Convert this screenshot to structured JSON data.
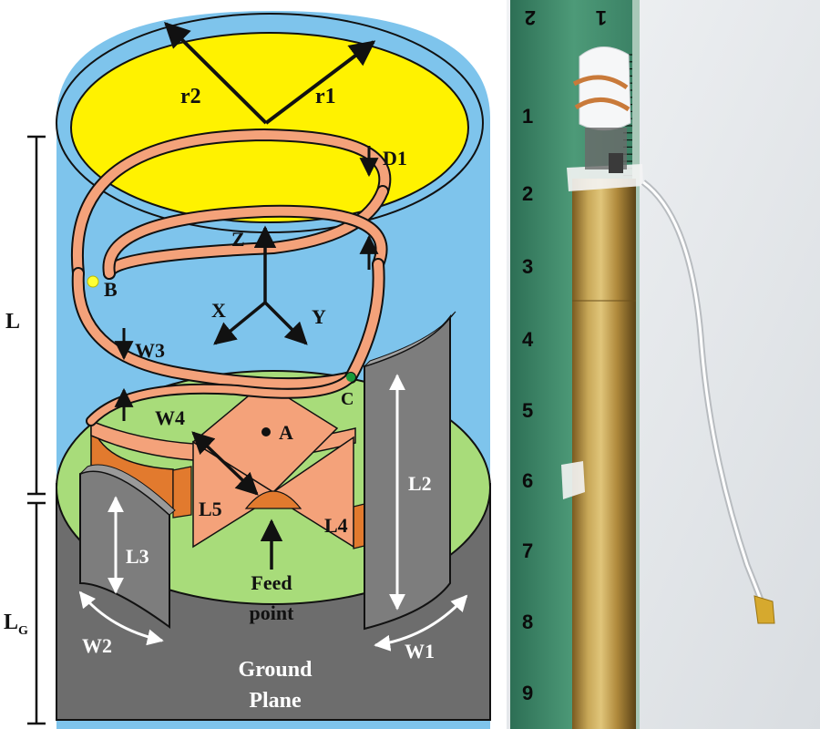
{
  "diagram": {
    "labels": {
      "r2": "r2",
      "r1": "r1",
      "d1": "D1",
      "z": "Z",
      "x": "X",
      "y": "Y",
      "b": "B",
      "c": "C",
      "a": "A",
      "l": "L",
      "w3": "W3",
      "w4": "W4",
      "l5": "L5",
      "l4": "L4",
      "l2": "L2",
      "l3": "L3",
      "feed1": "Feed",
      "feed2": "point",
      "lg": "L",
      "lg_sub": "G",
      "w2": "W2",
      "w1": "W1",
      "ground1": "Ground",
      "ground2": "Plane"
    },
    "colors": {
      "background": "#7ec4ec",
      "top_disc": "#fff200",
      "copper": "#f4a27a",
      "copper_dark": "#e27a2e",
      "ground": "#6d6d6d",
      "plate": "#7d7d7d",
      "substrate": "#a8dc7a",
      "point_b": "#ffff33",
      "point_c": "#1a9a3a"
    }
  },
  "photo": {
    "ruler_marks": [
      "2",
      "1",
      "1",
      "2",
      "3",
      "4",
      "5",
      "6",
      "7",
      "8",
      "9"
    ],
    "colors": {
      "ruler": "#3f8a6a",
      "tube": "#b89848",
      "background": "#e6e9ec"
    }
  }
}
